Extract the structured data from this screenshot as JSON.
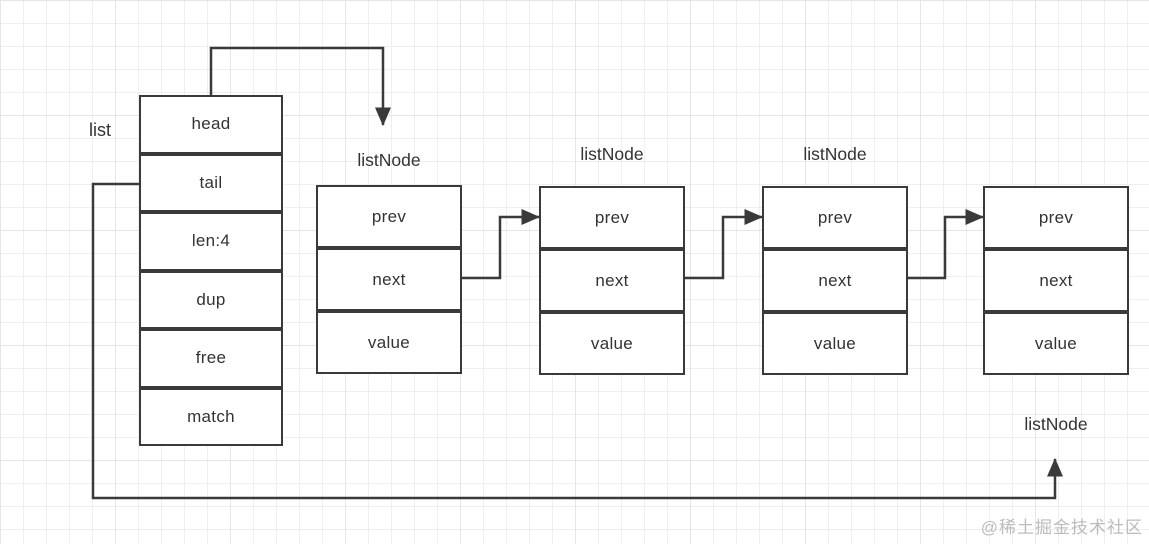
{
  "diagram": {
    "title_hint": "Redis adlist doubly linked list structure diagram",
    "colors": {
      "line": "#3a3a3a",
      "text": "#333333",
      "grid": "#e9e9e9",
      "box_fill": "#ffffff",
      "watermark": "#bcbcbc"
    },
    "list_struct": {
      "label": "list",
      "fields": [
        "head",
        "tail",
        "len:4",
        "dup",
        "free",
        "match"
      ]
    },
    "nodes": [
      {
        "label": "listNode",
        "label_position": "top",
        "fields": [
          "prev",
          "next",
          "value"
        ]
      },
      {
        "label": "listNode",
        "label_position": "top",
        "fields": [
          "prev",
          "next",
          "value"
        ]
      },
      {
        "label": "listNode",
        "label_position": "top",
        "fields": [
          "prev",
          "next",
          "value"
        ]
      },
      {
        "label": "listNode",
        "label_position": "bottom",
        "fields": [
          "prev",
          "next",
          "value"
        ]
      }
    ],
    "connections": [
      "list.head -> node1 (top route)",
      "node1.next -> node2.prev",
      "node2.next -> node3.prev",
      "node3.next -> node4.prev",
      "list.tail -> node4 (bottom route)"
    ],
    "watermark": "@稀土掘金技术社区"
  }
}
